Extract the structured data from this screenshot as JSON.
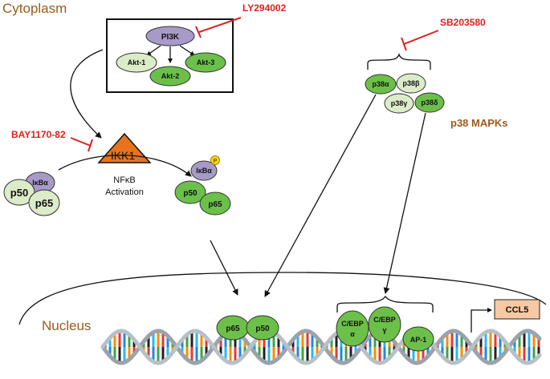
{
  "labels": {
    "cytoplasm": "Cytoplasm",
    "nucleus": "Nucleus",
    "p38_mapks": "p38 MAPKs",
    "nfkb_activation_line1": "NFκB",
    "nfkb_activation_line2": "Activation"
  },
  "inhibitors": {
    "ly294002": "LY294002",
    "sb203580": "SB203580",
    "bay1170": "BAY1170-82"
  },
  "pi3k_complex": {
    "pi3k": "PI3K",
    "akt1": "Akt-1",
    "akt2": "Akt-2",
    "akt3": "Akt-3"
  },
  "ikk1": "IKK1",
  "nfkb_inactive": {
    "ikba": "IκBα",
    "p50": "p50",
    "p65": "p65"
  },
  "nfkb_active": {
    "ikba": "IκBα",
    "phospho": "P",
    "p50": "p50",
    "p65": "p65"
  },
  "p38": {
    "alpha": "p38α",
    "beta": "p38β",
    "gamma": "p38γ",
    "delta": "p38δ"
  },
  "nuclear_factors": {
    "p65": "p65",
    "p50": "p50",
    "cebp_a_line1": "C/EBP",
    "cebp_a_line2": "α",
    "cebp_g_line1": "C/EBP",
    "cebp_g_line2": "γ",
    "ap1": "AP-1"
  },
  "gene": "CCL5",
  "colors": {
    "green": "#6cc04a",
    "light_green": "#dcebc8",
    "purple": "#a89ac8",
    "orange": "#e8731c",
    "gene_box": "#f7c9a2",
    "inhibitor_red": "#e02020",
    "compartment_brown": "#9b5a1a"
  }
}
